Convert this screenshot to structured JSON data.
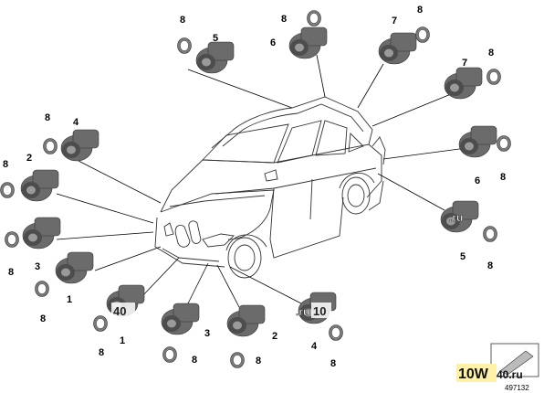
{
  "diagram": {
    "callouts": {
      "c8a": "8",
      "c5": "5",
      "c8b": "8",
      "c6": "6",
      "c7a": "7",
      "c8c": "8",
      "c7b": "7",
      "c8d": "8",
      "c8e": "8",
      "c4a": "4",
      "c8f": "8",
      "c2a": "2",
      "c6b": "6",
      "c8g": "8",
      "c8h": "8",
      "c3a": "3",
      "c5b": "5",
      "c8i": "8",
      "c1a": "1",
      "c8j": "8",
      "c1b": "1",
      "c8k": "8",
      "c3b": "3",
      "c8l": "8",
      "c2b": "2",
      "c8m": "8",
      "c4b": "4",
      "c8n": "8"
    },
    "watermark": {
      "a": ".ru",
      "b": "40",
      "c": ".ru",
      "d": "10",
      "logo_left": "10W",
      "logo_right": "40.ru"
    },
    "document_number": "497132"
  }
}
